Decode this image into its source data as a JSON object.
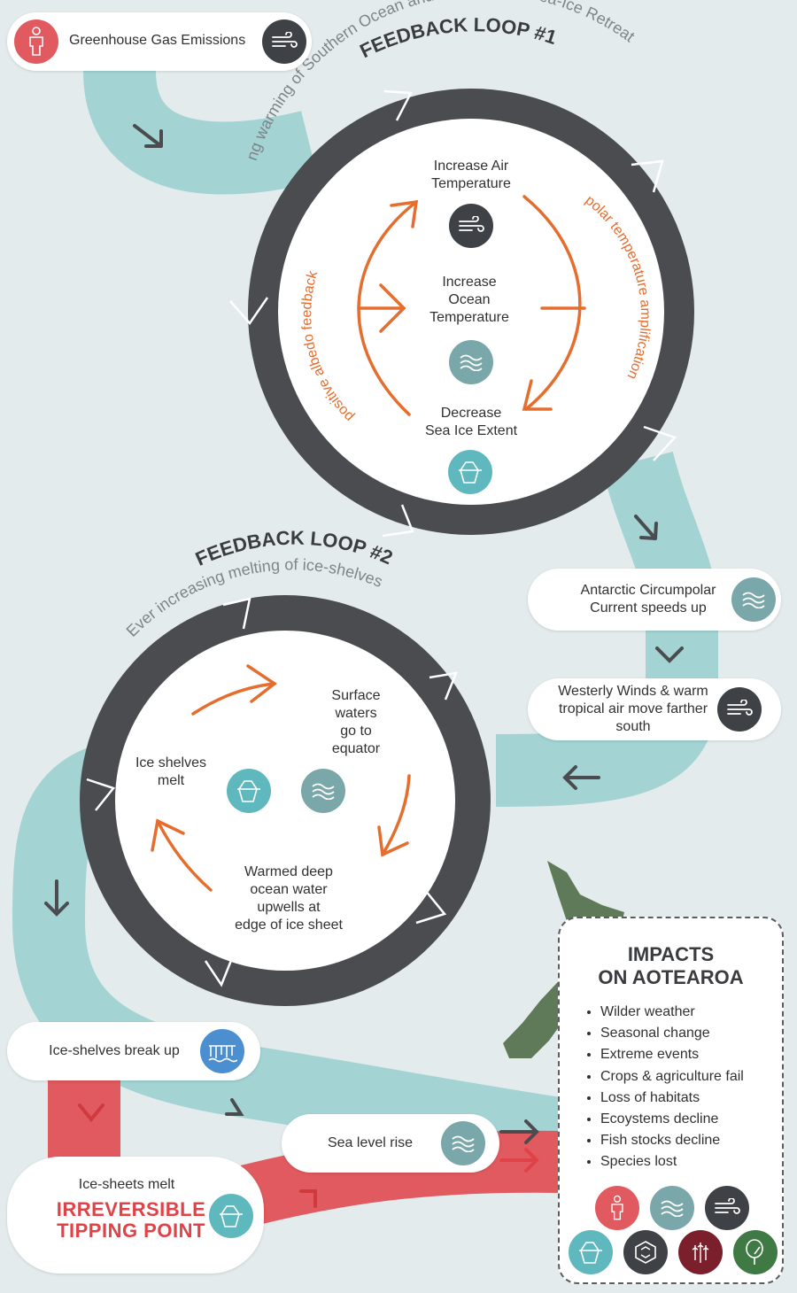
{
  "emissions_label": "Greenhouse Gas Emissions",
  "loop1": {
    "title": "FEEDBACK LOOP #1",
    "subtitle": "Ever increasing warming of Southern Ocean and Antarctica & Sea-Ice Retreat",
    "air_temp": "Increase Air\nTemperature",
    "ocean_temp": "Increase\nOcean\nTemperature",
    "sea_ice": "Decrease\nSea Ice Extent",
    "left_arc": "positive albedo feedback",
    "right_arc": "polar temperature amplification"
  },
  "acc_label": "Antarctic Circumpolar\nCurrent speeds up",
  "westerly_label": "Westerly Winds &\nwarm tropical air\nmove farther south",
  "loop2": {
    "title": "FEEDBACK LOOP #2",
    "subtitle": "Ever increasing melting of ice-shelves",
    "surface": "Surface\nwaters\ngo to\nequator",
    "ice_melt": "Ice shelves\nmelt",
    "deep_water": "Warmed deep\nocean water\nupwells at\nedge of ice sheet"
  },
  "iceshelves_label": "Ice-shelves break up",
  "sealevel_label": "Sea level rise",
  "icesheets_label": "Ice-sheets melt",
  "tipping_label": "IRREVERSIBLE\nTIPPING POINT",
  "impacts": {
    "title": "IMPACTS\nON AOTEAROA",
    "items": [
      "Wilder weather",
      "Seasonal change",
      "Extreme events",
      "Crops & agriculture fail",
      "Loss of habitats",
      "Ecoystems decline",
      "Fish stocks decline",
      "Species lost"
    ]
  },
  "colors": {
    "teal": "#a3d3d3",
    "dark": "#4a4c50",
    "red": "#e05a5f",
    "orange": "#e56d2e",
    "icon_teal": "#5fb8be",
    "icon_grey": "#7aa7aa"
  }
}
